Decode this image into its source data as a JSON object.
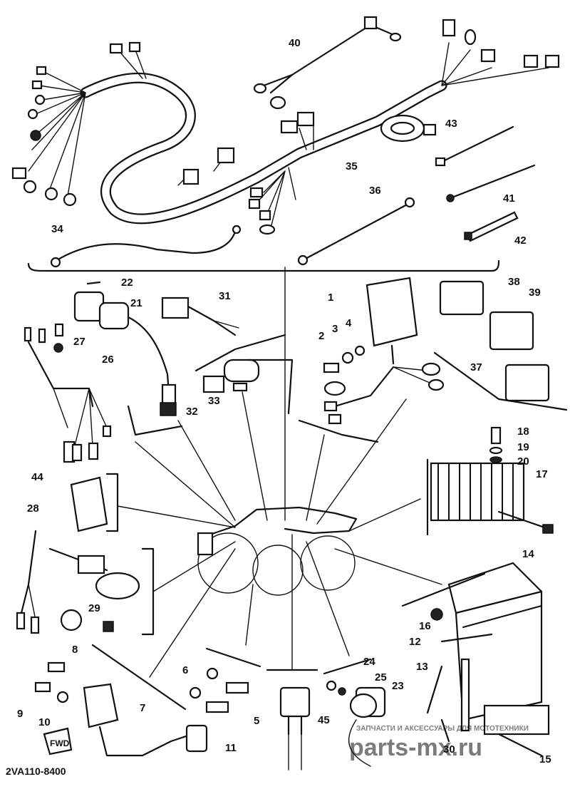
{
  "diagram": {
    "drawing_code": "2VA110-8400",
    "fwd_label": "FWD",
    "watermark": {
      "top_line": "ЗАПЧАСТИ И АКСЕССУАРЫ ДЛЯ МОТОТЕХНИКИ",
      "logo": "parts-mx.ru",
      "color": "#d9534f"
    },
    "callouts": [
      "1",
      "2",
      "3",
      "4",
      "5",
      "6",
      "7",
      "8",
      "9",
      "10",
      "11",
      "12",
      "13",
      "14",
      "15",
      "16",
      "17",
      "18",
      "19",
      "20",
      "21",
      "22",
      "23",
      "24",
      "25",
      "26",
      "27",
      "28",
      "29",
      "30",
      "31",
      "32",
      "33",
      "34",
      "35",
      "36",
      "37",
      "38",
      "39",
      "40",
      "41",
      "42",
      "43",
      "44",
      "45"
    ]
  }
}
